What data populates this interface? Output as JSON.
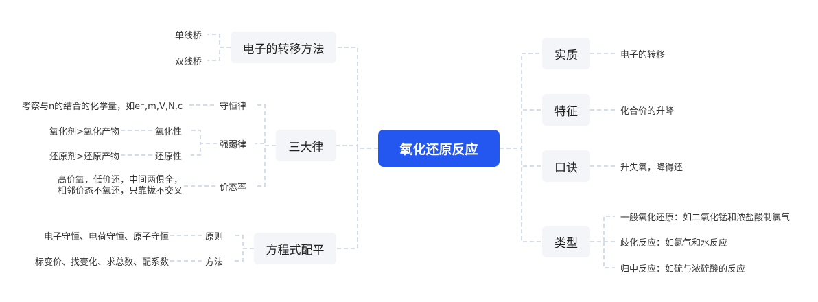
{
  "root": "氧化还原反应",
  "left": {
    "electron_transfer": {
      "label": "电子的转移方法",
      "items": [
        "单线桥",
        "双线桥"
      ]
    },
    "three_laws": {
      "label": "三大律",
      "conservation": {
        "label": "守恒律",
        "detail": "考察与n的结合的化学量，如e⁻,m,V,N,c"
      },
      "strength": {
        "label": "强弱律",
        "oxidizing": {
          "label": "氧化性",
          "detail": "氧化剂>氧化产物"
        },
        "reducing": {
          "label": "还原性",
          "detail": "还原剂>还原产物"
        }
      },
      "valence": {
        "label": "价态率",
        "detail_lines": [
          "高价氧，低价还，中间两俱全，",
          "相邻价态不氧还，只靠拢不交叉"
        ]
      }
    },
    "equation_balancing": {
      "label": "方程式配平",
      "principle": {
        "label": "原则",
        "detail": "电子守恒、电荷守恒、原子守恒"
      },
      "method": {
        "label": "方法",
        "detail": "标变价、找变化、求总数、配系数"
      }
    }
  },
  "right": {
    "essence": {
      "label": "实质",
      "detail": "电子的转移"
    },
    "feature": {
      "label": "特征",
      "detail": "化合价的升降"
    },
    "mnemonic": {
      "label": "口诀",
      "detail": "升失氧，降得还"
    },
    "types": {
      "label": "类型",
      "items": [
        "一般氧化还原：如二氧化锰和浓盐酸制氯气",
        "歧化反应：如氯气和水反应",
        "归中反应：如硫与浓硫酸的反应"
      ]
    }
  },
  "colors": {
    "root_bg": "#2457f0",
    "branch_bg": "#f4f5f8",
    "connector": "#d4deea"
  }
}
